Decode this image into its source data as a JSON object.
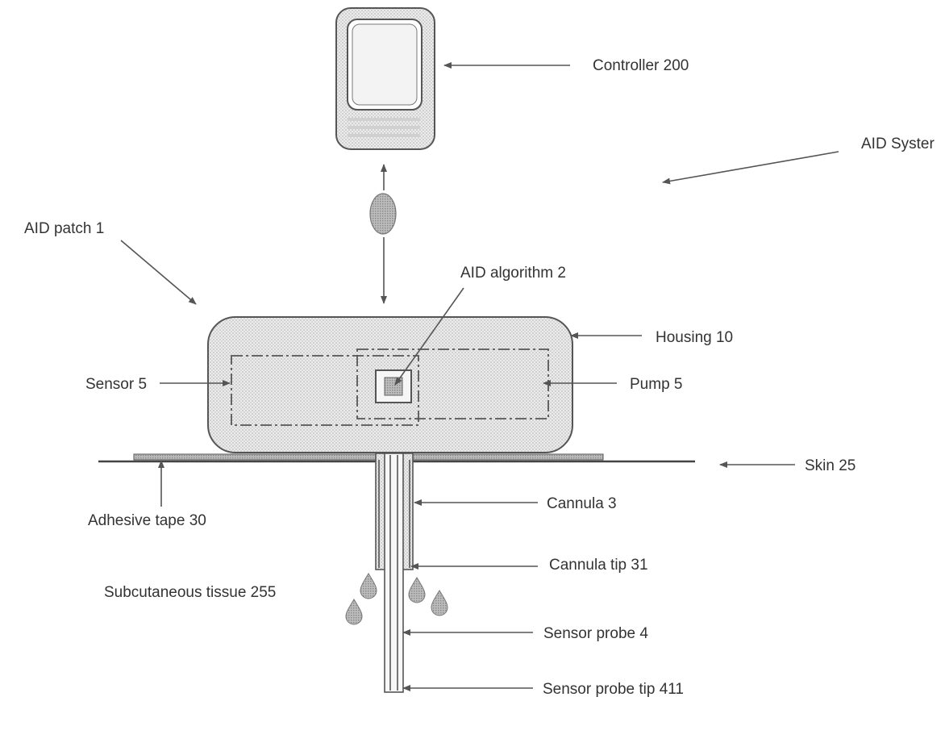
{
  "labels": {
    "controller": "Controller 200",
    "system": "AID Syster",
    "patch": "AID patch 1",
    "algorithm": "AID algorithm 2",
    "housing": "Housing 10",
    "sensor": "Sensor 5",
    "pump": "Pump 5",
    "skin": "Skin 25",
    "tape": "Adhesive tape 30",
    "cannula": "Cannula 3",
    "cannula_tip": "Cannula tip 31",
    "tissue": "Subcutaneous tissue 255",
    "probe": "Sensor probe 4",
    "probe_tip": "Sensor probe tip 411"
  },
  "colors": {
    "ink": "#555555",
    "fill_light": "#e8e8e8",
    "fill_dark": "#bdbdbd"
  }
}
